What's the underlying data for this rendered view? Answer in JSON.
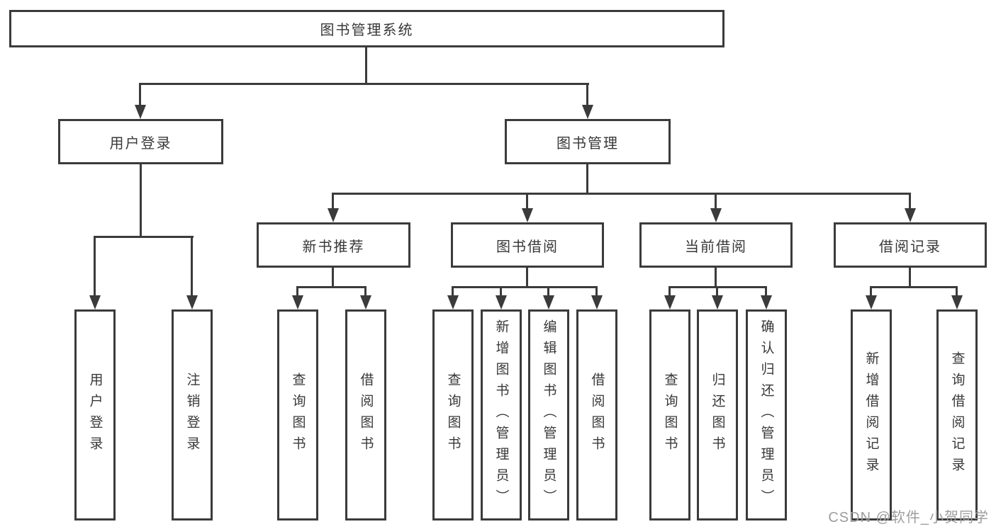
{
  "diagram_type": "hierarchy-tree",
  "tree": {
    "label": "图书管理系统",
    "children": [
      {
        "label": "用户登录",
        "children": [
          {
            "label": "用户登录"
          },
          {
            "label": "注销登录"
          }
        ]
      },
      {
        "label": "图书管理",
        "children": [
          {
            "label": "新书推荐",
            "children": [
              {
                "label": "查询图书"
              },
              {
                "label": "借阅图书"
              }
            ]
          },
          {
            "label": "图书借阅",
            "children": [
              {
                "label": "查询图书"
              },
              {
                "label": "新增图书（管理员）"
              },
              {
                "label": "编辑图书（管理员）"
              },
              {
                "label": "借阅图书"
              }
            ]
          },
          {
            "label": "当前借阅",
            "children": [
              {
                "label": "查询图书"
              },
              {
                "label": "归还图书"
              },
              {
                "label": "确认归还（管理员）"
              }
            ]
          },
          {
            "label": "借阅记录",
            "children": [
              {
                "label": "新增借阅记录"
              },
              {
                "label": "查询借阅记录"
              }
            ]
          }
        ]
      }
    ]
  },
  "watermark": {
    "text": "CSDN @软件_小贺同学"
  },
  "colors": {
    "line": "#3b3b3b",
    "text": "#383838",
    "watermark": "#9d9d9d",
    "background": "#ffffff"
  }
}
